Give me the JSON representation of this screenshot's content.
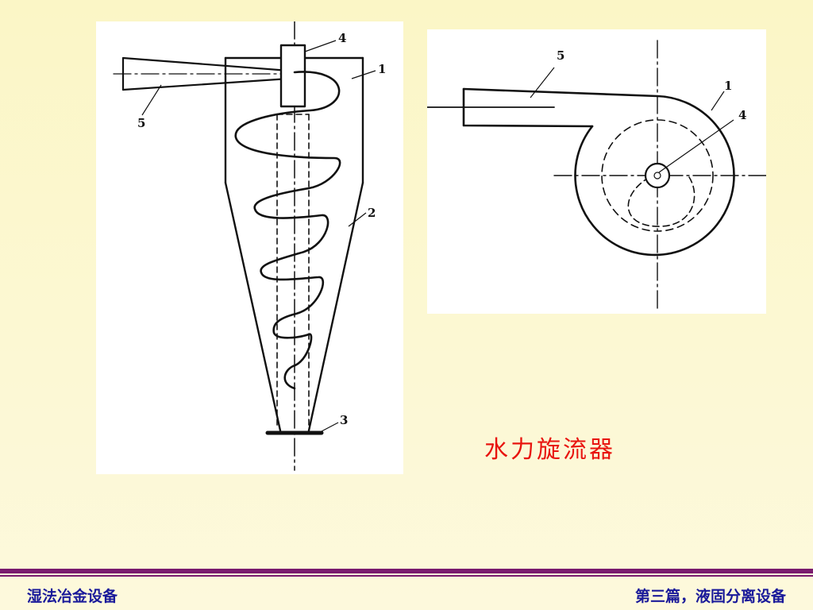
{
  "diagram": {
    "side_view": {
      "labels": {
        "overflow_pipe": "4",
        "cylinder": "1",
        "feed_pipe": "5",
        "cone": "2",
        "underflow": "3"
      }
    },
    "top_view": {
      "labels": {
        "feed_pipe": "5",
        "cylinder": "1",
        "overflow_pipe": "4"
      }
    }
  },
  "caption": "水力旋流器",
  "footer": {
    "left": "湿法冶金设备",
    "right": "第三篇，液固分离设备"
  },
  "colors": {
    "caption": "#e8140f",
    "footer_text": "#1a1a9a",
    "footer_rule": "#7a1b6e",
    "background": "#fcf8d4"
  }
}
